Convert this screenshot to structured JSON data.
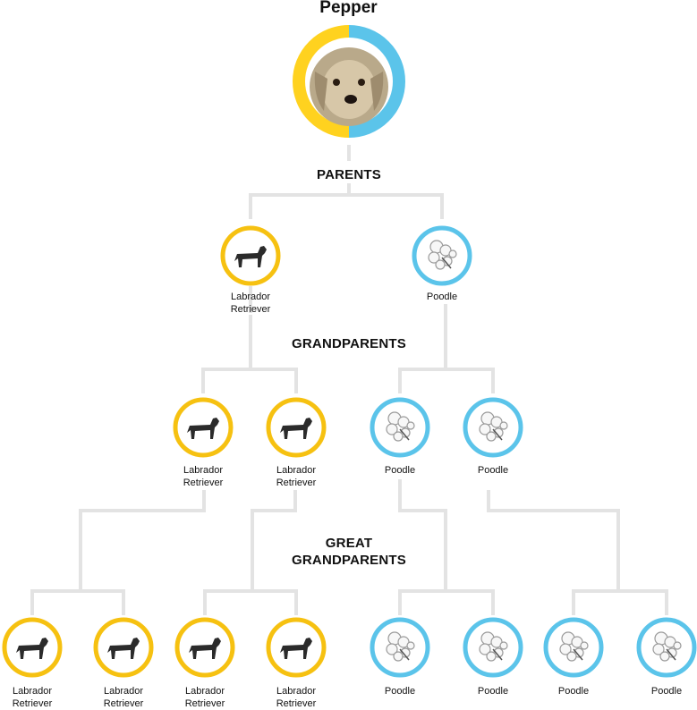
{
  "subject": {
    "name": "Pepper",
    "photo_icon": "doodle-dog-photo-icon",
    "ring_colors": [
      "#FFD21F",
      "#5BC4EA"
    ]
  },
  "headings": {
    "parents": "PARENTS",
    "grandparents": "GRANDPARENTS",
    "great_grandparents": [
      "GREAT",
      "GRANDPARENTS"
    ]
  },
  "colors": {
    "labrador": "#F6C111",
    "poodle": "#5BC4EA",
    "connector": "#E3E3E3"
  },
  "breeds": {
    "labrador": {
      "lines": [
        "Labrador",
        "Retriever"
      ],
      "icon": "labrador-dog-icon"
    },
    "poodle": {
      "lines": [
        "Poodle"
      ],
      "icon": "poodle-dog-icon"
    }
  },
  "parents": [
    "labrador",
    "poodle"
  ],
  "grandparents": [
    "labrador",
    "labrador",
    "poodle",
    "poodle"
  ],
  "great_grandparents": [
    "labrador",
    "labrador",
    "labrador",
    "labrador",
    "poodle",
    "poodle",
    "poodle",
    "poodle"
  ]
}
